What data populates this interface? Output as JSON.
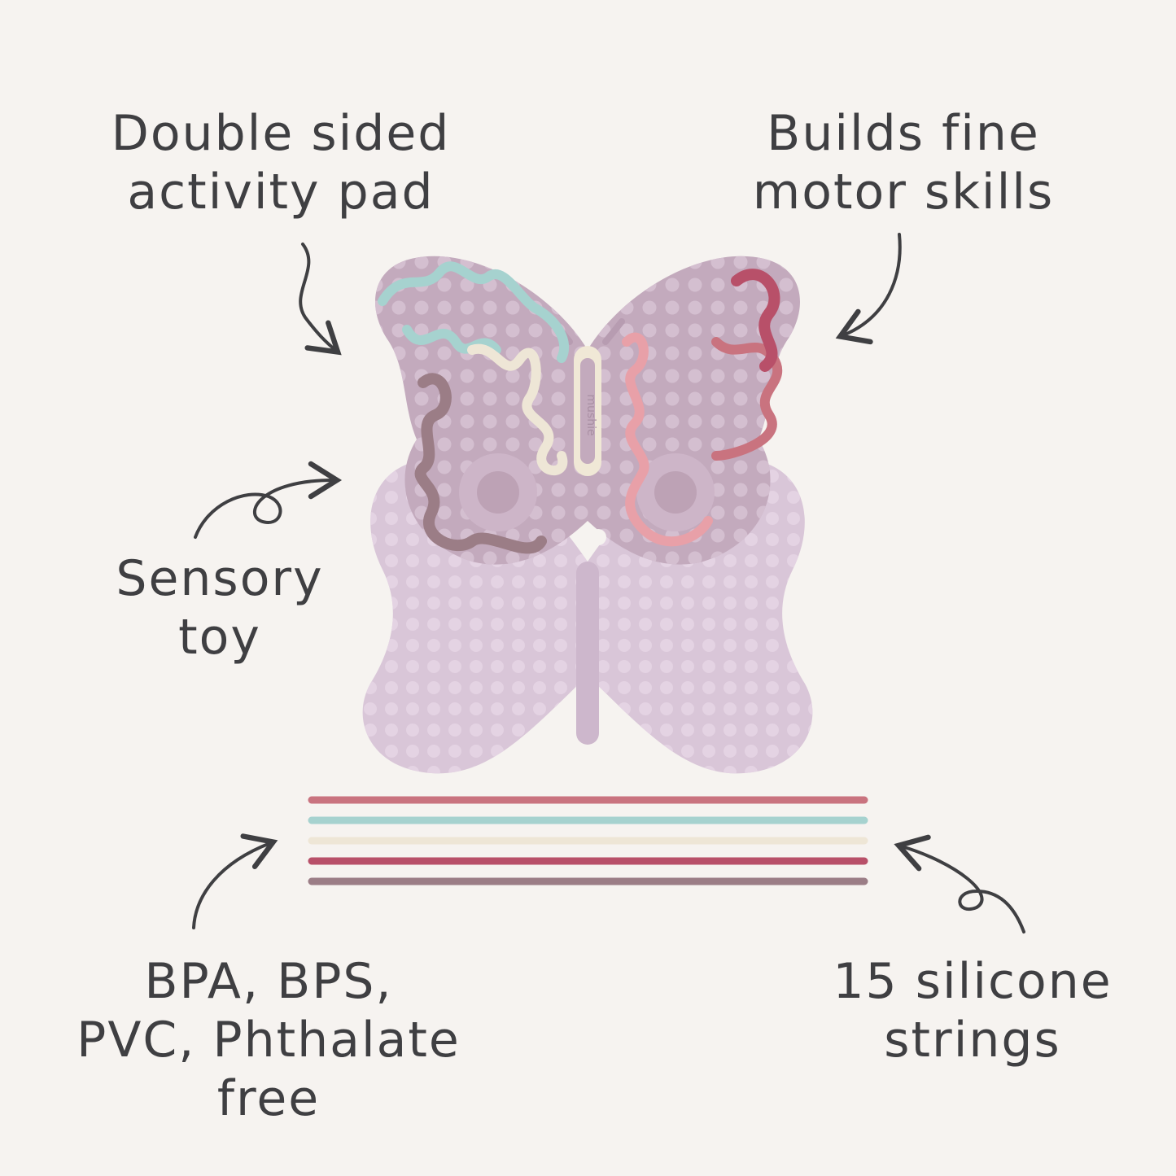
{
  "annotations": {
    "double_sided": {
      "line1": "Double sided",
      "line2": "activity pad"
    },
    "fine_motor": {
      "line1": "Builds fine",
      "line2": "motor skills"
    },
    "sensory": {
      "line1": "Sensory",
      "line2": "toy"
    },
    "bpa_free": {
      "line1": "BPA, BPS,",
      "line2": "PVC, Phthalate",
      "line3": "free"
    },
    "strings": {
      "line1": "15 silicone",
      "line2": "strings"
    }
  },
  "product": {
    "brand_mark": "mushie"
  },
  "colors": {
    "background": "#f6f3f0",
    "text": "#3f3f42",
    "pad_back": "#d9c6d8",
    "pad_front": "#c3aabd",
    "string_rose": "#c9737f",
    "string_mint": "#a6d2cf",
    "string_cream": "#eee6d6",
    "string_berry": "#b85069",
    "string_mauve": "#9b7d86"
  }
}
